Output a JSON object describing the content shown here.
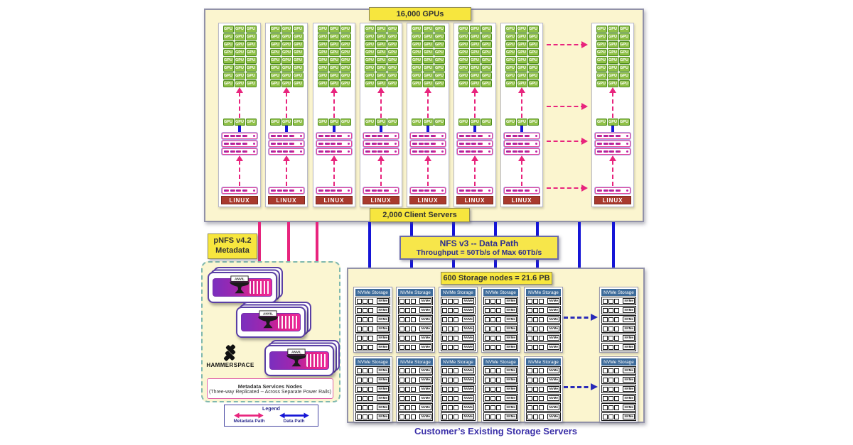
{
  "colors": {
    "metadata_pink": "#e8247d",
    "data_blue": "#1515d6",
    "label_yellow": "#f7e63e",
    "panel_cream": "#fbf5cf",
    "gpu_green": "#8fc046",
    "linux_red": "#a93a2e",
    "nvme_header_blue": "#3d6b9a"
  },
  "gpu_section": {
    "label": "16,000 GPUs",
    "client_label": "2,000 Client Servers",
    "gpu_chip": "GPU",
    "linux": "LINUX"
  },
  "metadata_path": {
    "line1": "pNFS v4.2",
    "line2": "Metadata"
  },
  "data_path": {
    "title": "NFS v3 -- Data Path",
    "subtitle": "Throughput = 50Tb/s of Max 60Tb/s"
  },
  "hammerspace": {
    "brand": "HAMMERSPACE",
    "anvil": "ANVIL",
    "note_line1": "Metadata Services Nodes",
    "note_line2": "(Three-way Replicated -- Across Separate Power Rails)"
  },
  "storage_section": {
    "label": "600 Storage nodes = 21.6 PB",
    "node_header": "NVMe Storage",
    "drive": "NVMe",
    "title": "Customer’s Existing Storage Servers"
  },
  "legend": {
    "title": "Legend",
    "metadata_label": "Metadata Path",
    "data_label": "Data Path"
  }
}
